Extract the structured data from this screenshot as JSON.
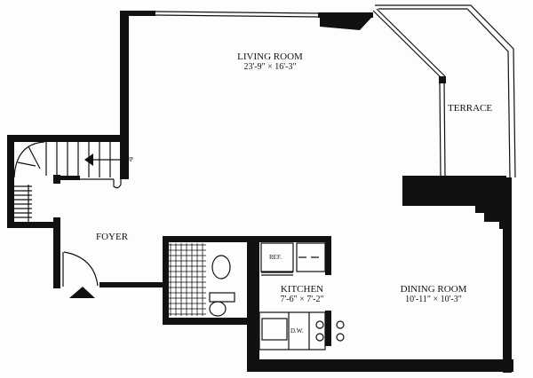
{
  "rooms": {
    "living_room": {
      "name": "LIVING ROOM",
      "dims": "23'-9\" × 16'-3\""
    },
    "terrace": {
      "name": "TERRACE"
    },
    "foyer": {
      "name": "FOYER"
    },
    "kitchen": {
      "name": "KITCHEN",
      "dims": "7'-6\" × 7'-2\""
    },
    "dining_room": {
      "name": "DINING ROOM",
      "dims": "10'-11\" × 10'-3\""
    }
  },
  "fixtures": {
    "refrigerator": "REF.",
    "dishwasher": "D.W.",
    "stairs_direction": "UP"
  },
  "colors": {
    "wall": "#111111",
    "background": "#fdfdfd"
  }
}
